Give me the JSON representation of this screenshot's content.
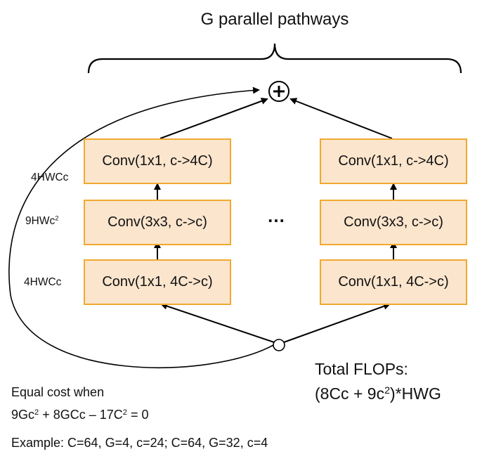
{
  "title": "G parallel pathways",
  "left_pathway": {
    "top_box": "Conv(1x1, c->4C)",
    "mid_box": "Conv(3x3, c->c)",
    "bottom_box": "Conv(1x1, 4C->c)"
  },
  "right_pathway": {
    "top_box": "Conv(1x1, c->4C)",
    "mid_box": "Conv(3x3, c->c)",
    "bottom_box": "Conv(1x1, 4C->c)"
  },
  "ellipsis": "…",
  "cost_labels": {
    "top": "4HWCc",
    "mid_base": "9HWc",
    "mid_exp": "2",
    "bottom": "4HWCc"
  },
  "total_flops": {
    "line1": "Total FLOPs:",
    "line2_a": "(8Cc + 9c",
    "line2_exp": "2",
    "line2_b": ")*HWG"
  },
  "equal_cost": {
    "line1": "Equal cost when",
    "l2_a": "9Gc",
    "l2_exp1": "2",
    "l2_b": " + 8GCc – 17C",
    "l2_exp2": "2",
    "l2_c": " = 0",
    "example": "Example: C=64, G=4, c=24;  C=64, G=32, c=4"
  },
  "colors": {
    "box_fill": "#fbe5cd",
    "box_border": "#f0a92f",
    "line": "#000000"
  }
}
